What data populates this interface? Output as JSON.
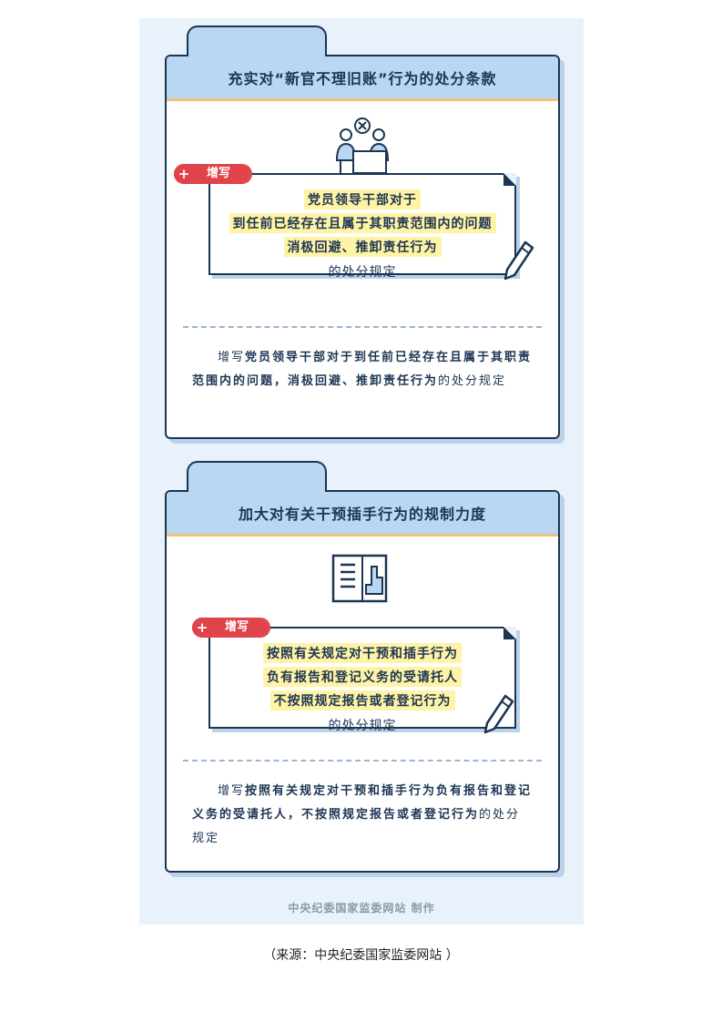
{
  "cards": [
    {
      "title": "充实对“新官不理旧账”行为的处分条款",
      "badge": "增写",
      "badge_icon": "plus-icon",
      "paper_lines": [
        "党员领导干部对于",
        "到任前已经存在且属于其职责范围内的问题",
        "消极回避、推卸责任行为"
      ],
      "paper_plain": "的处分规定",
      "desc_lead": "增写",
      "desc_bold": "党员领导干部对于到任前已经存在且属于其职责范围内的问题，消极回避、推卸责任行为",
      "desc_tail": "的处分规定",
      "illustration": "meeting-people-icon"
    },
    {
      "title": "加大对有关干预插手行为的规制力度",
      "badge": "增写",
      "badge_icon": "plus-icon",
      "paper_lines": [
        "按照有关规定对干预和插手行为",
        "负有报告和登记义务的受请托人",
        "不按照规定报告或者登记行为"
      ],
      "paper_plain": "的处分规定",
      "desc_lead": "增写",
      "desc_bold": "按照有关规定对干预和插手行为负有报告和登记义务的受请托人，不按照规定报告或者登记行为",
      "desc_tail": "的处分规定",
      "illustration": "document-hand-icon"
    }
  ],
  "credit": "中央纪委国家监委网站 制作",
  "source": "（来源：中央纪委国家监委网站  ）",
  "colors": {
    "dark": "#1c3553",
    "head": "#b9d6f2",
    "accent": "#efc27a",
    "badge": "#e0434a",
    "highlight": "#fff3a6"
  }
}
